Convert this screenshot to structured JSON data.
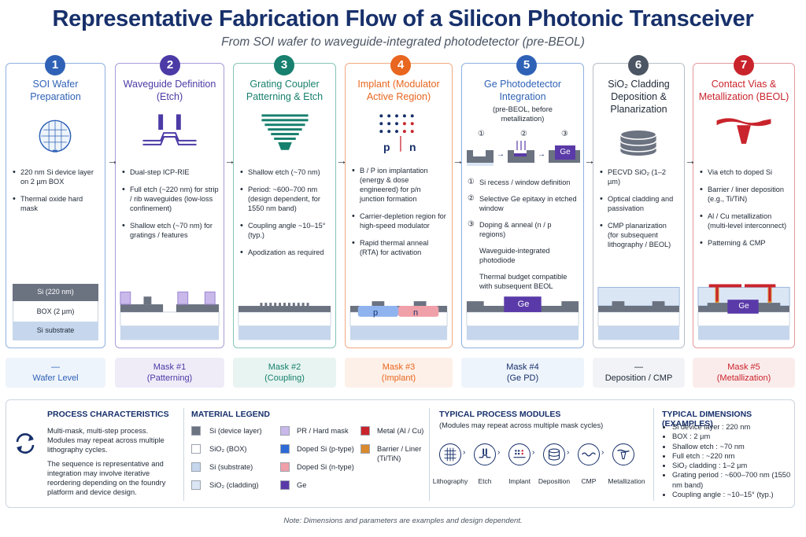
{
  "title": "Representative Fabrication Flow of a Silicon Photonic Transceiver",
  "subtitle": "From SOI wafer to waveguide-integrated photodetector (pre-BEOL)",
  "colors": {
    "navy": "#17306b",
    "s1": "#2f62b6",
    "s2": "#4c3aa6",
    "s3": "#17806e",
    "s4": "#e8661f",
    "s5": "#2f62b6",
    "s6": "#4b5563",
    "s7": "#c9242c"
  },
  "steps": [
    {
      "num": "1",
      "title": "SOI Wafer Preparation",
      "bullets": [
        "220 nm Si device layer on 2 µm BOX",
        "Thermal oxide hard mask"
      ],
      "xs_labels": [
        "Si (220 nm)",
        "BOX (2 µm)",
        "Si substrate"
      ],
      "mask_top": "—",
      "mask_bottom": "Wafer Level"
    },
    {
      "num": "2",
      "title": "Waveguide Definition (Etch)",
      "bullets": [
        "Dual-step ICP-RIE",
        "Full etch (~220 nm) for strip / rib waveguides (low-loss confinement)",
        "Shallow etch (~70 nm) for gratings / features"
      ],
      "mask_top": "Mask #1",
      "mask_bottom": "(Patterning)"
    },
    {
      "num": "3",
      "title": "Grating Coupler Patterning & Etch",
      "bullets": [
        "Shallow etch (~70 nm)",
        "Period: ~600–700 nm (design dependent, for 1550 nm band)",
        "Coupling angle ~10–15° (typ.)",
        "Apodization as required"
      ],
      "mask_top": "Mask #2",
      "mask_bottom": "(Coupling)"
    },
    {
      "num": "4",
      "title": "Implant (Modulator Active Region)",
      "bullets": [
        "B / P ion implantation (energy & dose engineered) for p/n junction formation",
        "Carrier-depletion region for high-speed modulator",
        "Rapid thermal anneal (RTA) for activation"
      ],
      "icon_p": "p",
      "icon_n": "n",
      "xs_p": "p",
      "xs_n": "n",
      "mask_top": "Mask #3",
      "mask_bottom": "(Implant)"
    },
    {
      "num": "5",
      "title": "Ge Photodetector Integration",
      "sub": "(pre-BEOL, before metallization)",
      "seq": [
        "①",
        "②",
        "③"
      ],
      "ge": "Ge",
      "bullets": [
        "Si recess / window definition",
        "Selective Ge epitaxy in etched window",
        "Doping & anneal (n / p regions)",
        "Waveguide-integrated photodiode",
        "Thermal budget compatible with subsequent BEOL"
      ],
      "nums": [
        "①",
        "②",
        "③"
      ],
      "xs_ge": "Ge",
      "mask_top": "Mask #4",
      "mask_bottom": "(Ge PD)"
    },
    {
      "num": "6",
      "title": "SiO₂ Cladding Deposition & Planarization",
      "bullets": [
        "PECVD SiO₂ (1–2 µm)",
        "Optical cladding and passivation",
        "CMP planarization (for subsequent lithography / BEOL)"
      ],
      "mask_top": "—",
      "mask_bottom": "Deposition / CMP"
    },
    {
      "num": "7",
      "title": "Contact Vias & Metallization (BEOL)",
      "bullets": [
        "Via etch to doped Si",
        "Barrier / liner deposition (e.g., Ti/TiN)",
        "Al / Cu metallization (multi-level interconnect)",
        "Patterning & CMP"
      ],
      "xs_ge": "Ge",
      "mask_top": "Mask #5",
      "mask_bottom": "(Metallization)"
    }
  ],
  "process": {
    "title": "PROCESS CHARACTERISTICS",
    "p1": "Multi-mask, multi-step process. Modules may repeat across multiple lithography cycles.",
    "p2": "The sequence is representative and integration may involve iterative reordering depending on the foundry platform and device design."
  },
  "legend": {
    "title": "MATERIAL LEGEND",
    "items": [
      {
        "label": "Si (device layer)",
        "color": "#6b7280"
      },
      {
        "label": "SiO₂ (BOX)",
        "color": "#ffffff"
      },
      {
        "label": "Si (substrate)",
        "color": "#c6d6ec"
      },
      {
        "label": "SiO₂ (cladding)",
        "color": "#dbe6f5"
      },
      {
        "label": "PR / Hard mask",
        "color": "#c9b8ea"
      },
      {
        "label": "Doped Si (p-type)",
        "color": "#2d6ad6"
      },
      {
        "label": "Doped Si (n-type)",
        "color": "#f0a0a8"
      },
      {
        "label": "Ge",
        "color": "#5a3aa8"
      },
      {
        "label": "Metal (Al / Cu)",
        "color": "#c9242c"
      },
      {
        "label": "Barrier / Liner (Ti/TiN)",
        "color": "#d98a2e"
      }
    ]
  },
  "modules": {
    "title": "TYPICAL PROCESS MODULES",
    "sub": "(Modules may repeat across multiple mask cycles)",
    "items": [
      "Lithography",
      "Etch",
      "Implant",
      "Deposition",
      "CMP",
      "Metallization"
    ]
  },
  "dims": {
    "title": "TYPICAL DIMENSIONS (EXAMPLES)",
    "items": [
      "Si device layer : 220 nm",
      "BOX : 2 µm",
      "Shallow etch : ~70 nm",
      "Full etch : ~220 nm",
      "SiO₂ cladding : 1–2 µm",
      "Grating period : ~600–700 nm (1550 nm band)",
      "Coupling angle : ~10–15° (typ.)"
    ]
  },
  "note": "Note: Dimensions and parameters are examples and design dependent."
}
